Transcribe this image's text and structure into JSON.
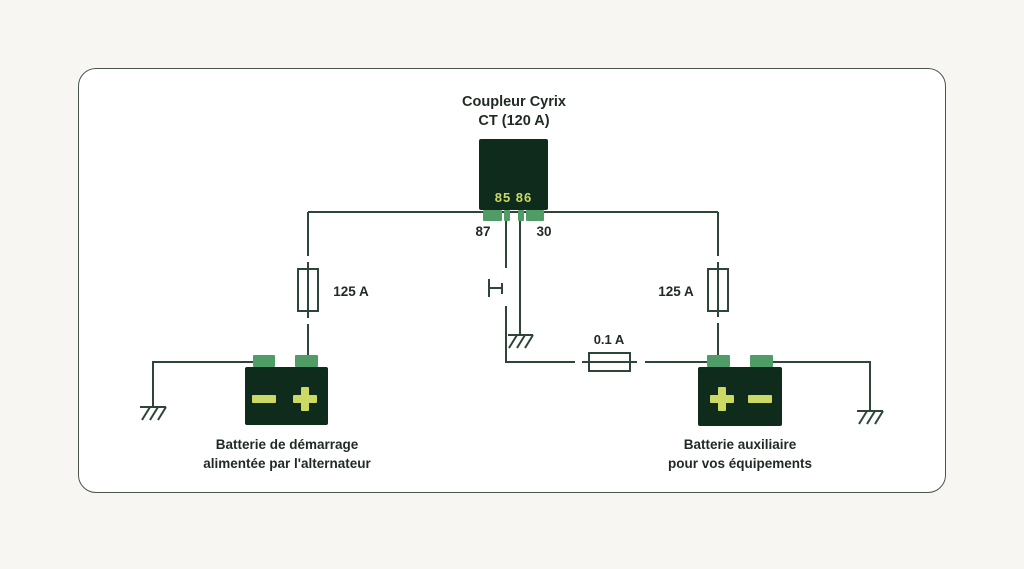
{
  "diagram": {
    "title": {
      "line1": "Coupleur Cyrix",
      "line2": "CT (120 A)"
    },
    "relay": {
      "name": "Coupleur Cyrix CT",
      "pins_label": "85 86",
      "pin_left_label": "87",
      "pin_right_label": "30"
    },
    "fuses": {
      "left_label": "125 A",
      "right_label": "125 A",
      "control_label": "0.1 A"
    },
    "batteries": {
      "left": {
        "caption_line1": "Batterie de démarrage",
        "caption_line2": "alimentée par l'alternateur",
        "terminal_left": "−",
        "terminal_right": "+"
      },
      "right": {
        "caption_line1": "Batterie auxiliaire",
        "caption_line2": "pour vos équipements",
        "terminal_left": "+",
        "terminal_right": "−"
      }
    },
    "colors": {
      "background": "#f7f6f2",
      "card": "#ffffff",
      "card_border": "#4b564b",
      "wire": "#2e4637",
      "component_fill": "#0f2b1c",
      "terminal_green": "#4f9c66",
      "accent_yellow_green": "#ccd964",
      "text": "#1f2a22"
    }
  }
}
